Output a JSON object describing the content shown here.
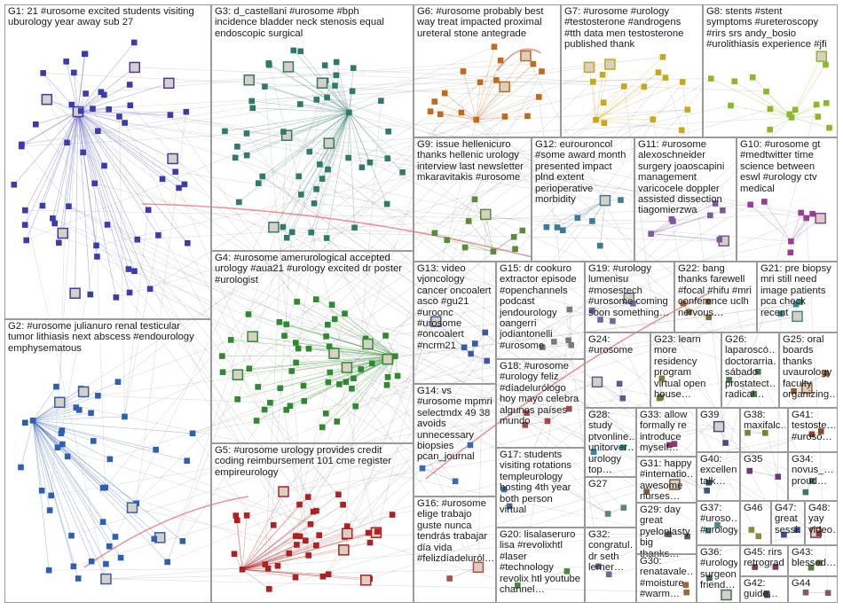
{
  "groups": [
    {
      "id": "G1",
      "label": "G1: 21 #urosome excited students visiting\nuburology year away sub 27",
      "color": "#3b3bb0"
    },
    {
      "id": "G2",
      "label": "G2: #urosome julianuro renal testicular\ntumor lithiasis next abscess #endourology\nemphysematous",
      "color": "#2f5fb5"
    },
    {
      "id": "G3",
      "label": "G3: d_castellani #urosome #bph\nincidence bladder neck stenosis equal\nendoscopic surgical",
      "color": "#2f7a6a"
    },
    {
      "id": "G4",
      "label": "G4: #urosome amerurological accepted\nurology #aua21 #urology excited dr poster\n#urologist",
      "color": "#2f8a2f"
    },
    {
      "id": "G5",
      "label": "G5: #urosome urology provides credit\ncoding reimbursement 101 cme register\nempireurology",
      "color": "#b02020"
    },
    {
      "id": "G6",
      "label": "G6: #urosome probably best\nway treat impacted proximal\nureteral stone antegrade",
      "color": "#c06a1a"
    },
    {
      "id": "G7",
      "label": "G7: #urosome #urology\n#testosterone #androgens\n#tth data men testosterone\npublished thank",
      "color": "#c8a81a"
    },
    {
      "id": "G8",
      "label": "G8: stents #stent\nsymptoms #ureteroscopy\n#rirs srs andy_bosio\n#urolithiasis experience #jfi",
      "color": "#8ab82a"
    },
    {
      "id": "G9",
      "label": "G9: issue hellenicuro\nthanks hellenic urology\ninterview last newsletter\nmkaravitakis #urosome",
      "color": "#5a8a3a"
    },
    {
      "id": "G12",
      "label": "G12: eurouroncol\n#some award month\npresented impact\nplnd extent\nperioperative\nmorbidity",
      "color": "#3a7a9a"
    },
    {
      "id": "G11",
      "label": "G11: #urosome\nalexoschneider\nsurgery joaoscapini\nmanagement\nvaricocele doppler\nassisted dissection\ntiagomierzwa",
      "color": "#7a5a9a"
    },
    {
      "id": "G10",
      "label": "G10: #urosome gt\n#medtwitter time\nscience between\neswl #urology ctv\nmedical",
      "color": "#9a3a9a"
    },
    {
      "id": "G13",
      "label": "G13: video\nvjoncology\ncancer oncoalert\nasco #gu21\n#uroonc\n#urosome\n#oncoalert\n#ncrm21",
      "color": "#3a5aa8"
    },
    {
      "id": "G15",
      "label": "G15: dr cookuro\nextractor episode\n#openchannels\npodcast\njendourology\noangerri\njodiantonelli\n#urosome",
      "color": "#7a7a7a"
    },
    {
      "id": "G19",
      "label": "G19: #urology\nlumenisu\n#mosestech\n#urosome coming\nsoon something…",
      "color": "#6a6aa0"
    },
    {
      "id": "G22",
      "label": "G22: bang\nthanks farewell\n#focal #hifu #mri\nconference uclh\nnervous…",
      "color": "#8a6a3a"
    },
    {
      "id": "G21",
      "label": "G21: pre biopsy\nmri still need\nimage patients\npca check\nrecent",
      "color": "#3a8a8a"
    },
    {
      "id": "G18",
      "label": "G18: #urosome\n#urology feliz\n#díadelurólogo\nhoy mayo celebra\nalgunos países\nmundo",
      "color": "#a04a4a"
    },
    {
      "id": "G24",
      "label": "G24:\n#urosome",
      "color": "#5a5a9a"
    },
    {
      "id": "G23",
      "label": "G23: learn\nmore\nresidency\nprogram\nvirtual open\nhouse…",
      "color": "#7a7a3a"
    },
    {
      "id": "G26",
      "label": "G26:\nlaparoscó…\ndoctorarria…\nsábado\nprostatect…\nradical…",
      "color": "#4a7a4a"
    },
    {
      "id": "G25",
      "label": "G25: oral\nboards\nthanks\nuvaurology\nfaculty\norganizing…",
      "color": "#9a5a2a"
    },
    {
      "id": "G14",
      "label": "G14: vs\n#urosome mpmri\nselectmdx 49 38\navoids\nunnecessary\nbiopsies\npcan_journal",
      "color": "#3a6ab8"
    },
    {
      "id": "G28",
      "label": "G28: study\nptvonline…\nunitorver…\nurology\ntop…",
      "color": "#2a8aa8"
    },
    {
      "id": "G33",
      "label": "G33: allow\nformally re\nintroduce\nmyself…",
      "color": "#8a3a6a"
    },
    {
      "id": "G39",
      "label": "G39",
      "color": "#4a4a8a"
    },
    {
      "id": "G38",
      "label": "G38:\nmaxifalc…",
      "color": "#6a8a3a"
    },
    {
      "id": "G41",
      "label": "G41:\ntestoste…\n#uroso…",
      "color": "#8a4a2a"
    },
    {
      "id": "G17",
      "label": "G17: students\nvisiting rotations\ntempleurology\nhosting 4th year\nboth person\nvirtual",
      "color": "#4a6a9a"
    },
    {
      "id": "G27",
      "label": "G27",
      "color": "#5a8a6a"
    },
    {
      "id": "G31",
      "label": "G31: happy\n#internatio…\nawesome\nnurses…",
      "color": "#7a5a3a"
    },
    {
      "id": "G40",
      "label": "G40:\nexcellent\ntalk…",
      "color": "#3a5a7a"
    },
    {
      "id": "G35",
      "label": "G35",
      "color": "#6a3a7a"
    },
    {
      "id": "G34",
      "label": "G34:\nnovus_…\nproud…",
      "color": "#3a7a5a"
    },
    {
      "id": "G16",
      "label": "G16: #urosome\nelige trabajo\nguste nunca\ntendrás trabajar\ndía vida\n#felizdíadeluról…",
      "color": "#b84a4a"
    },
    {
      "id": "G29",
      "label": "G29: day\ngreat\npyeloplasty\nbig thanks…",
      "color": "#5a5a5a"
    },
    {
      "id": "G37",
      "label": "G37:\n#uroso…\n#urology",
      "color": "#4a8a8a"
    },
    {
      "id": "G46",
      "label": "G46",
      "color": "#8a8a3a"
    },
    {
      "id": "G47",
      "label": "G47:\ngreat\nsessi…",
      "color": "#3a4a8a"
    },
    {
      "id": "G48",
      "label": "G48:\nyay\nvideo…",
      "color": "#8a3a3a"
    },
    {
      "id": "G20",
      "label": "G20: lisalaseruro\nlisa #revolixhtl\n#laser\n#technology\nrevolix htl youtube\nchannel…",
      "color": "#4a8a3a"
    },
    {
      "id": "G32",
      "label": "G32:\ncongratul…\ndr seth\nlerner…",
      "color": "#6a6a9a"
    },
    {
      "id": "G30",
      "label": "G30:\nrenatavale…\n#moisture\n#warm…",
      "color": "#9a6a3a"
    },
    {
      "id": "G36",
      "label": "G36:\n#urology\nsurgeon\nfriend…",
      "color": "#3a6a6a"
    },
    {
      "id": "G45",
      "label": "G45: rirs\nretrograd…",
      "color": "#7a3a5a"
    },
    {
      "id": "G43",
      "label": "G43:\nblessed…",
      "color": "#5a7a3a"
    },
    {
      "id": "G42",
      "label": "G42:\nguide…",
      "color": "#4a4a6a"
    },
    {
      "id": "G44",
      "label": "G44",
      "color": "#8a5a5a"
    }
  ]
}
